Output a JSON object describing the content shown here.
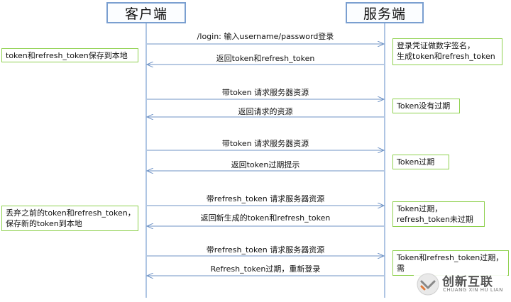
{
  "actors": {
    "client": "客户端",
    "server": "服务端"
  },
  "messages": [
    {
      "text": "/login: 输入username/password登录",
      "direction": "right"
    },
    {
      "text": "返回token和refresh_token",
      "direction": "left"
    },
    {
      "text": "带token 请求服务器资源",
      "direction": "right"
    },
    {
      "text": "返回请求的资源",
      "direction": "left"
    },
    {
      "text": "带token 请求服务器资源",
      "direction": "right"
    },
    {
      "text": "返回token过期提示",
      "direction": "left"
    },
    {
      "text": "带refresh_token 请求服务器资源",
      "direction": "right"
    },
    {
      "text": "返回新生成的token和refresh_token",
      "direction": "left"
    },
    {
      "text": "带refresh_token 请求服务器资源",
      "direction": "right"
    },
    {
      "text": "Refresh_token过期，重新登录",
      "direction": "left"
    }
  ],
  "notes": {
    "client_store": "token和refresh_token保存到本地",
    "server_sign": [
      "登录凭证做数字签名，",
      "生成token和refresh_token"
    ],
    "token_valid": "Token没有过期",
    "token_expired": "Token过期",
    "token_expired_refresh_valid": [
      "Token过期，",
      "refresh_token未过期"
    ],
    "client_replace": [
      "丢弃之前的token和refresh_token，",
      "保存新的token到本地"
    ],
    "both_expired": [
      "Token和refresh_token过期，",
      "需"
    ]
  },
  "watermark": {
    "name": "创新互联",
    "sub": "CHUANG XIN HU LIAN"
  }
}
